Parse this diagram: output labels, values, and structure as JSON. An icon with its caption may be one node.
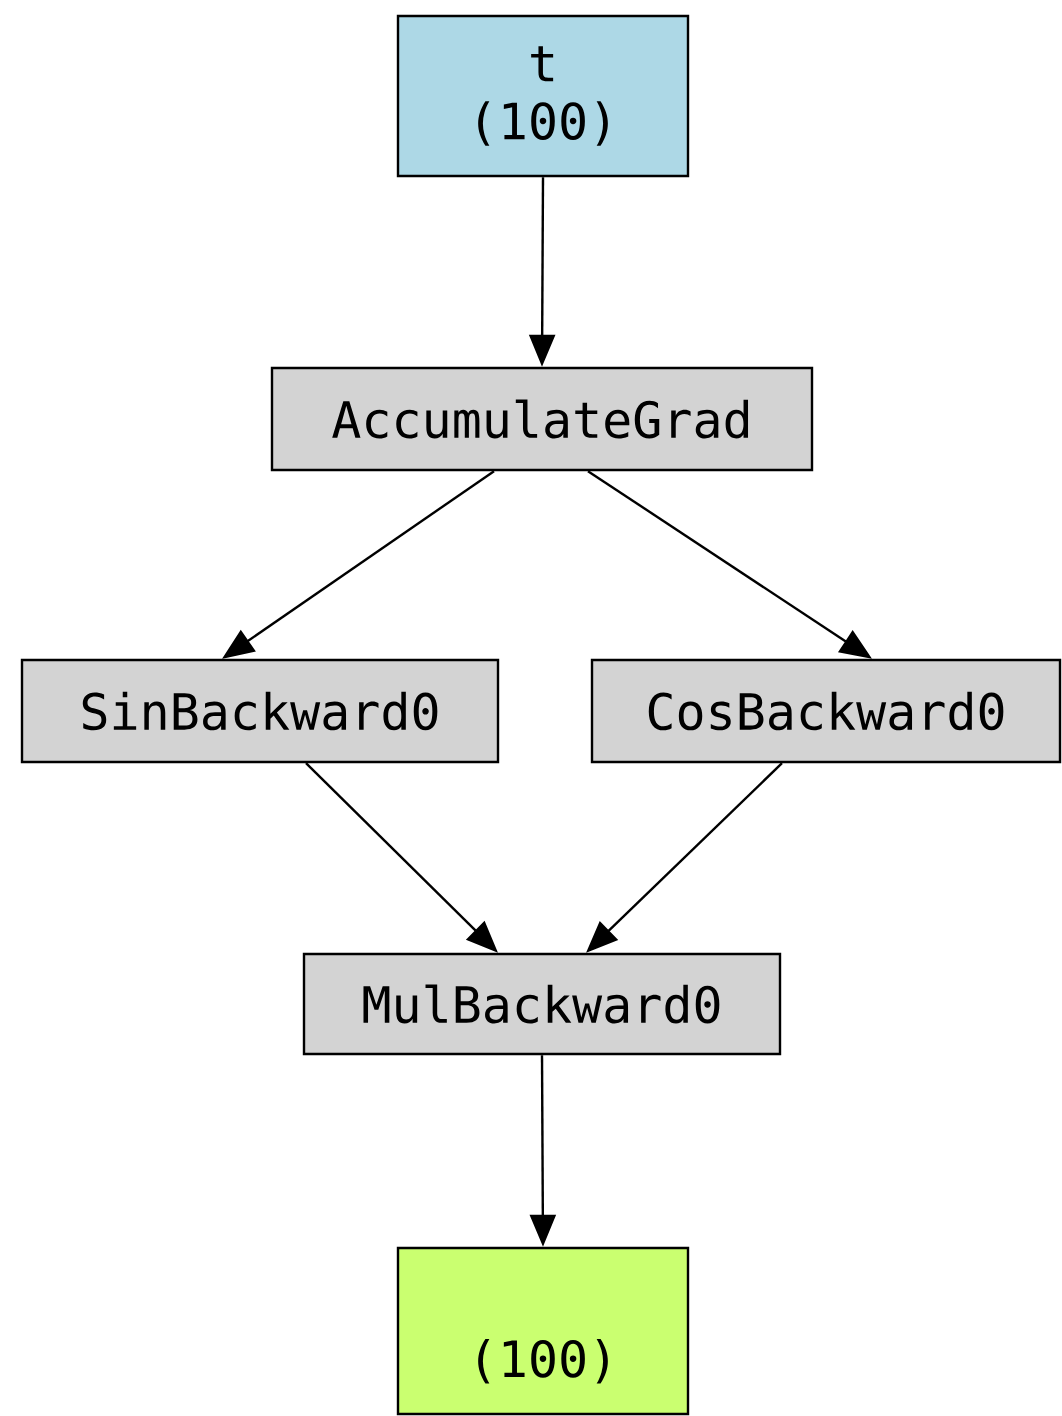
{
  "diagram": {
    "nodes": [
      {
        "text": [
          "t (100)"
        ]
      },
      {
        "text": [
          "AccumulateGrad"
        ]
      },
      {
        "text": [
          "SinBackward0"
        ]
      },
      {
        "text": [
          "CosBackward0"
        ]
      },
      {
        "text": [
          "MulBackward0"
        ]
      },
      {
        "text": [
          "(100)"
        ]
      }
    ],
    "edges": [
      {
        "from": 0,
        "to": 1,
        "arrow": "to"
      },
      {
        "from": 1,
        "to": 2,
        "arrow": "to"
      },
      {
        "from": 1,
        "to": 3,
        "arrow": "to"
      },
      {
        "from": 2,
        "to": 4,
        "arrow": "to"
      },
      {
        "from": 3,
        "to": 4,
        "arrow": "to"
      },
      {
        "from": 4,
        "to": 5,
        "arrow": "to"
      }
    ]
  }
}
